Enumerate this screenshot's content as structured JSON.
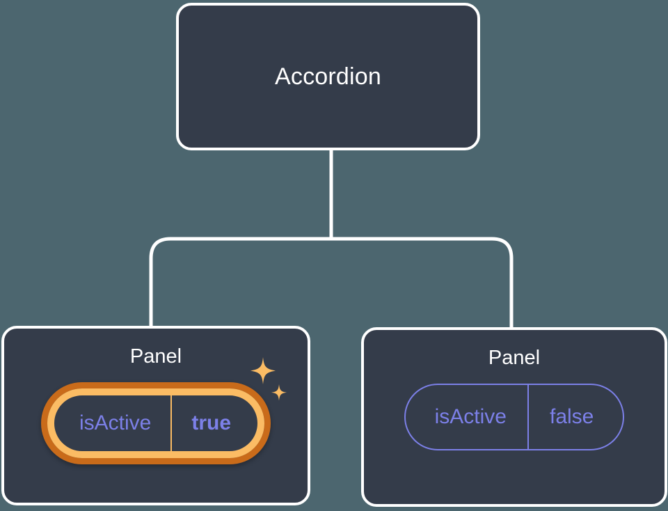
{
  "diagram": {
    "type": "component-tree",
    "background_color": "#4C666F",
    "node_fill": "#343C4A",
    "node_border": "#FFFFFF",
    "connector_color": "#FFFFFF",
    "accent_highlight": "#FBBC64",
    "accent_highlight_outer": "#C96B1A",
    "accent_prop": "#7C80E8",
    "root": {
      "title": "Accordion"
    },
    "children": [
      {
        "title": "Panel",
        "highlighted": true,
        "prop": {
          "key": "isActive",
          "value": "true",
          "value_bold": true
        },
        "sparkle_icon": "sparkles-icon"
      },
      {
        "title": "Panel",
        "highlighted": false,
        "prop": {
          "key": "isActive",
          "value": "false",
          "value_bold": false
        }
      }
    ]
  }
}
